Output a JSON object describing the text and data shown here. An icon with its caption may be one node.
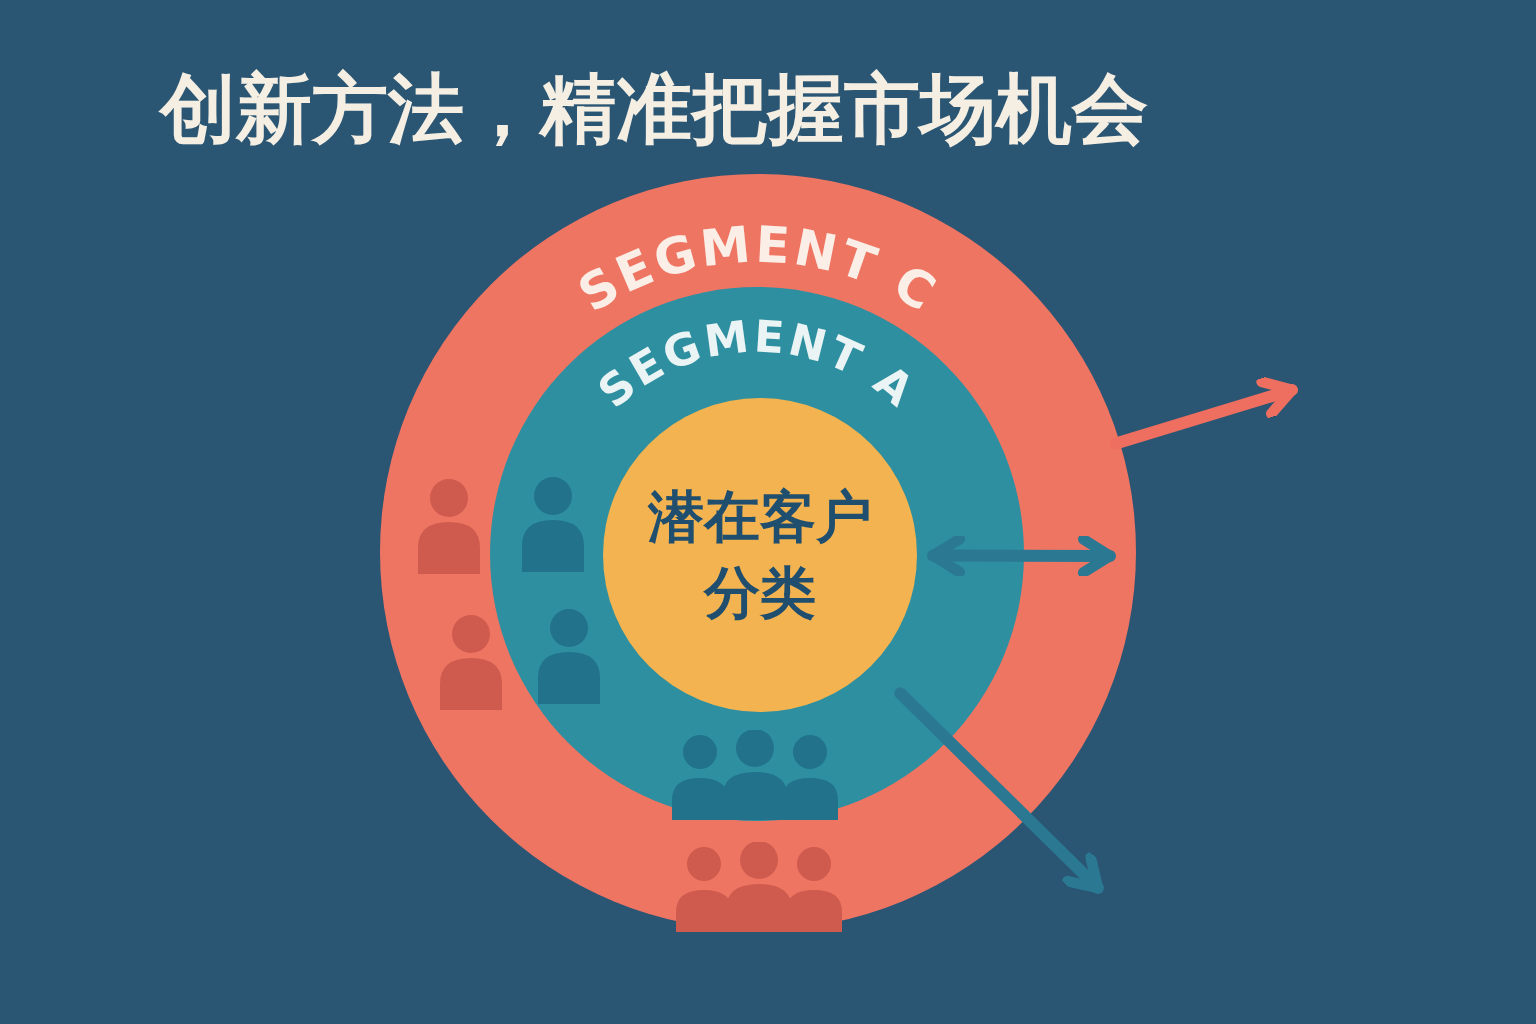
{
  "diagram": {
    "title": "创新方法，精准把握市场机会",
    "nodes": [
      {
        "text": [
          "SEGMENT C"
        ]
      },
      {
        "text": [
          "SEGMENT A"
        ],
        "in": 0
      },
      {
        "text": [
          "潜在客户分类"
        ],
        "in": 1
      }
    ],
    "edges": [
      {
        "from": 0,
        "to": null,
        "arrow": "to",
        "color": "#ee6f5f"
      },
      {
        "from": 2,
        "to": null,
        "arrow": "both"
      },
      {
        "from": 2,
        "to": null,
        "arrow": "to"
      }
    ]
  }
}
